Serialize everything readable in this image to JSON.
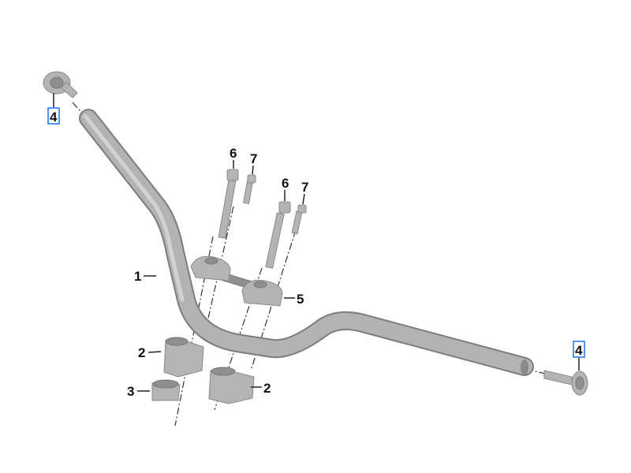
{
  "diagram": {
    "type": "exploded parts diagram",
    "highlight_color": "#1a73e8",
    "part_color": "#b0b0b0",
    "callouts": [
      {
        "id": "callout-4-left",
        "label": "4",
        "highlighted": true
      },
      {
        "id": "callout-6-a",
        "label": "6",
        "highlighted": false
      },
      {
        "id": "callout-7-a",
        "label": "7",
        "highlighted": false
      },
      {
        "id": "callout-6-b",
        "label": "6",
        "highlighted": false
      },
      {
        "id": "callout-7-b",
        "label": "7",
        "highlighted": false
      },
      {
        "id": "callout-1",
        "label": "1",
        "highlighted": false
      },
      {
        "id": "callout-5",
        "label": "5",
        "highlighted": false
      },
      {
        "id": "callout-2-a",
        "label": "2",
        "highlighted": false
      },
      {
        "id": "callout-3",
        "label": "3",
        "highlighted": false
      },
      {
        "id": "callout-2-b",
        "label": "2",
        "highlighted": false
      },
      {
        "id": "callout-4-right",
        "label": "4",
        "highlighted": true
      }
    ]
  }
}
